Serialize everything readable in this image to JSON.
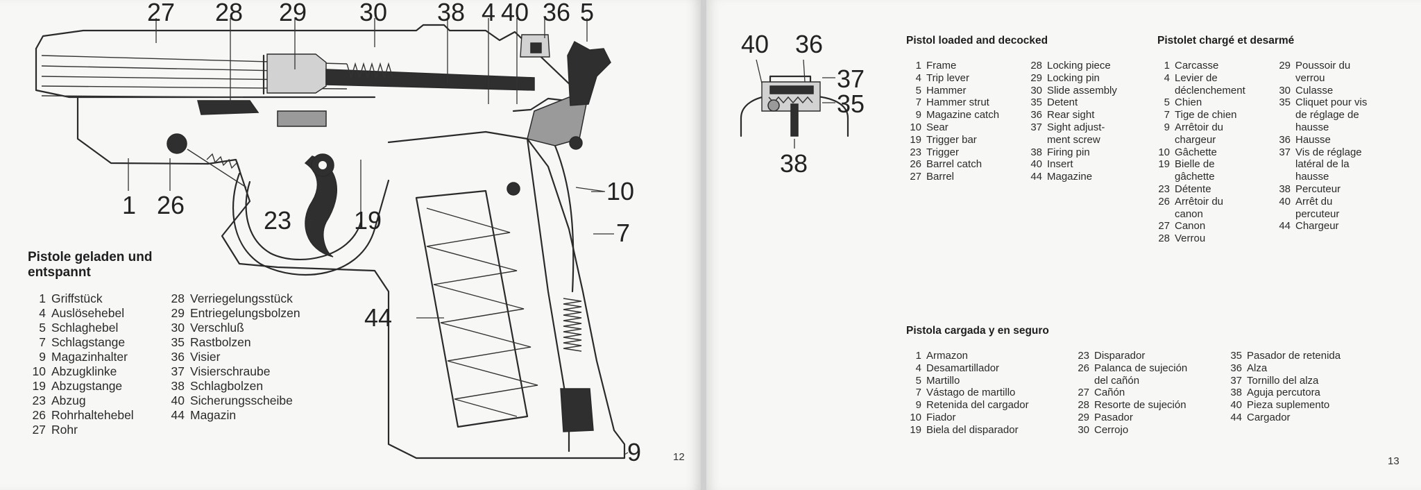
{
  "left_page": {
    "callouts": [
      "27",
      "28",
      "29",
      "30",
      "38",
      "4",
      "40",
      "36",
      "5",
      "1",
      "26",
      "23",
      "19",
      "10",
      "7",
      "44",
      "9"
    ],
    "german": {
      "title": "Pistole geladen und\nentspannt",
      "col1": [
        {
          "n": "1",
          "label": "Griffstück"
        },
        {
          "n": "4",
          "label": "Auslösehebel"
        },
        {
          "n": "5",
          "label": "Schlaghebel"
        },
        {
          "n": "7",
          "label": "Schlagstange"
        },
        {
          "n": "9",
          "label": "Magazinhalter"
        },
        {
          "n": "10",
          "label": "Abzugklinke"
        },
        {
          "n": "19",
          "label": "Abzugstange"
        },
        {
          "n": "23",
          "label": "Abzug"
        },
        {
          "n": "26",
          "label": "Rohrhaltehebel"
        },
        {
          "n": "27",
          "label": "Rohr"
        }
      ],
      "col2": [
        {
          "n": "28",
          "label": "Verriegelungsstück"
        },
        {
          "n": "29",
          "label": "Entriegelungsbolzen"
        },
        {
          "n": "30",
          "label": "Verschluß"
        },
        {
          "n": "35",
          "label": "Rastbolzen"
        },
        {
          "n": "36",
          "label": "Visier"
        },
        {
          "n": "37",
          "label": "Visierschraube"
        },
        {
          "n": "38",
          "label": "Schlagbolzen"
        },
        {
          "n": "40",
          "label": "Sicherungsscheibe"
        },
        {
          "n": "44",
          "label": "Magazin"
        }
      ]
    },
    "page_number": "12"
  },
  "right_page": {
    "callouts": [
      "40",
      "36",
      "37",
      "35",
      "38"
    ],
    "english": {
      "title": "Pistol loaded and decocked",
      "col1": [
        {
          "n": "1",
          "label": "Frame"
        },
        {
          "n": "4",
          "label": "Trip lever"
        },
        {
          "n": "5",
          "label": "Hammer"
        },
        {
          "n": "7",
          "label": "Hammer strut"
        },
        {
          "n": "9",
          "label": "Magazine catch"
        },
        {
          "n": "10",
          "label": "Sear"
        },
        {
          "n": "19",
          "label": "Trigger bar"
        },
        {
          "n": "23",
          "label": "Trigger"
        },
        {
          "n": "26",
          "label": "Barrel catch"
        },
        {
          "n": "27",
          "label": "Barrel"
        }
      ],
      "col2": [
        {
          "n": "28",
          "label": "Locking piece"
        },
        {
          "n": "29",
          "label": "Locking pin"
        },
        {
          "n": "30",
          "label": "Slide assembly"
        },
        {
          "n": "35",
          "label": "Detent"
        },
        {
          "n": "36",
          "label": "Rear sight"
        },
        {
          "n": "37",
          "label": "Sight adjust-\nment screw"
        },
        {
          "n": "38",
          "label": "Firing pin"
        },
        {
          "n": "40",
          "label": "Insert"
        },
        {
          "n": "44",
          "label": "Magazine"
        }
      ]
    },
    "french": {
      "title": "Pistolet chargé et desarmé",
      "col1": [
        {
          "n": "1",
          "label": "Carcasse"
        },
        {
          "n": "4",
          "label": "Levier de\ndéclenchement"
        },
        {
          "n": "5",
          "label": "Chien"
        },
        {
          "n": "7",
          "label": "Tige de chien"
        },
        {
          "n": "9",
          "label": "Arrêtoir du\nchargeur"
        },
        {
          "n": "10",
          "label": "Gâchette"
        },
        {
          "n": "19",
          "label": "Bielle de\ngâchette"
        },
        {
          "n": "23",
          "label": "Détente"
        },
        {
          "n": "26",
          "label": "Arrêtoir du\ncanon"
        },
        {
          "n": "27",
          "label": "Canon"
        },
        {
          "n": "28",
          "label": "Verrou"
        }
      ],
      "col2": [
        {
          "n": "29",
          "label": "Poussoir du\nverrou"
        },
        {
          "n": "30",
          "label": "Culasse"
        },
        {
          "n": "35",
          "label": "Cliquet pour vis\nde réglage de\nhausse"
        },
        {
          "n": "36",
          "label": "Hausse"
        },
        {
          "n": "37",
          "label": "Vis de réglage\nlatéral de la\nhausse"
        },
        {
          "n": "38",
          "label": "Percuteur"
        },
        {
          "n": "40",
          "label": "Arrêt du\npercuteur"
        },
        {
          "n": "44",
          "label": "Chargeur"
        }
      ]
    },
    "spanish": {
      "title": "Pistola cargada y en seguro",
      "col1": [
        {
          "n": "1",
          "label": "Armazon"
        },
        {
          "n": "4",
          "label": "Desamartillador"
        },
        {
          "n": "5",
          "label": "Martillo"
        },
        {
          "n": "7",
          "label": "Vástago de martillo"
        },
        {
          "n": "9",
          "label": "Retenida del cargador"
        },
        {
          "n": "10",
          "label": "Fiador"
        },
        {
          "n": "19",
          "label": "Biela del disparador"
        }
      ],
      "col2": [
        {
          "n": "23",
          "label": "Disparador"
        },
        {
          "n": "26",
          "label": "Palanca de sujeción\ndel cañón"
        },
        {
          "n": "27",
          "label": "Cañón"
        },
        {
          "n": "28",
          "label": "Resorte de sujeción"
        },
        {
          "n": "29",
          "label": "Pasador"
        },
        {
          "n": "30",
          "label": "Cerrojo"
        }
      ],
      "col3": [
        {
          "n": "35",
          "label": "Pasador de retenida"
        },
        {
          "n": "36",
          "label": "Alza"
        },
        {
          "n": "37",
          "label": "Tornillo del alza"
        },
        {
          "n": "38",
          "label": "Aguja percutora"
        },
        {
          "n": "40",
          "label": "Pieza suplemento"
        },
        {
          "n": "44",
          "label": "Cargador"
        }
      ]
    },
    "page_number": "13"
  }
}
